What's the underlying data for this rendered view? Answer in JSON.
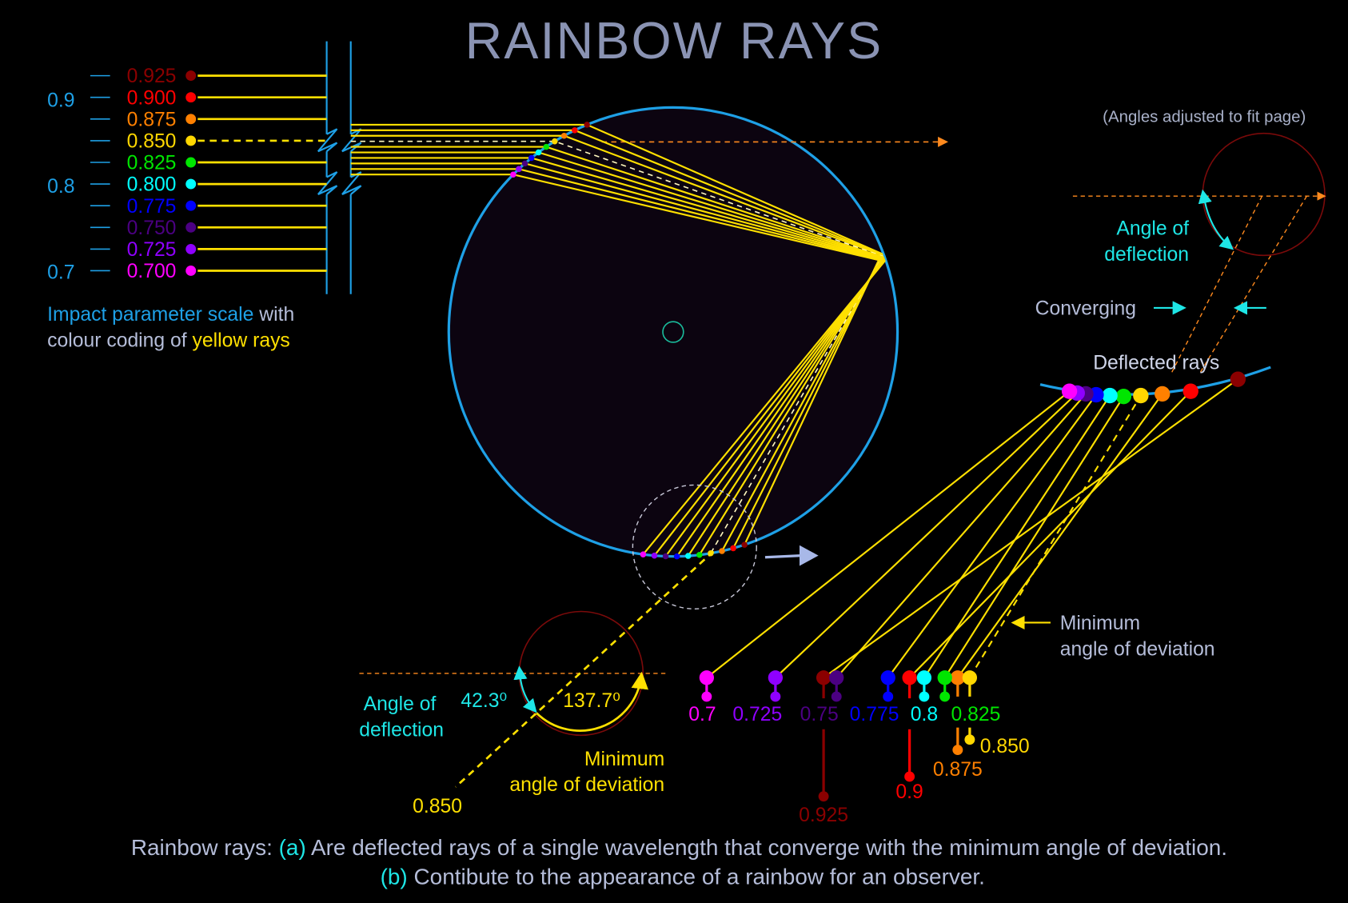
{
  "title": "RAINBOW RAYS",
  "note": "(Angles adjusted to fit page)",
  "scale": {
    "major_labels": [
      "0.9",
      "0.8",
      "0.7"
    ],
    "caption_part1": "Impact parameter scale",
    "caption_part2": " with",
    "caption_part3": "colour coding of ",
    "caption_part4": "yellow rays"
  },
  "rays": [
    {
      "label": "0.925",
      "short": "0.925",
      "color": "#8b0000"
    },
    {
      "label": "0.900",
      "short": "0.9",
      "color": "#ff0000"
    },
    {
      "label": "0.875",
      "short": "0.875",
      "color": "#ff8000"
    },
    {
      "label": "0.850",
      "short": "0.850",
      "color": "#ffd700"
    },
    {
      "label": "0.825",
      "short": "0.825",
      "color": "#00e600"
    },
    {
      "label": "0.800",
      "short": "0.8",
      "color": "#00ffff"
    },
    {
      "label": "0.775",
      "short": "0.775",
      "color": "#0000ff"
    },
    {
      "label": "0.750",
      "short": "0.75",
      "color": "#4b0082"
    },
    {
      "label": "0.725",
      "short": "0.725",
      "color": "#8f00ff"
    },
    {
      "label": "0.700",
      "short": "0.7",
      "color": "#ff00ff"
    }
  ],
  "colors": {
    "droplet": "#1ea0e6",
    "ray": "#ffe000",
    "accent": "#1ee6e6",
    "muted": "#b5bdd9",
    "orange_ref": "#ff8a1e",
    "dark_red": "#7a0a0a"
  },
  "detail_left": {
    "deflection_l1": "Angle of",
    "deflection_l2": "deflection",
    "angle_deflection": "42.3⁰",
    "angle_deviation": "137.7⁰",
    "min_l1": "Minimum",
    "min_l2": "angle of deviation",
    "ray_label": "0.850"
  },
  "detail_right": {
    "deflection_l1": "Angle of",
    "deflection_l2": "deflection",
    "converging": "Converging",
    "deflected_rays": "Deflected rays",
    "min_l1": "Minimum",
    "min_l2": "angle of deviation"
  },
  "caption": {
    "a": "(a)",
    "line1": "Rainbow rays: ",
    "line1_rest": " Are deflected rays of a single wavelength that converge with the minimum angle of deviation.",
    "b": "(b)",
    "line2_rest": " Contibute to the appearance of a rainbow for an observer."
  }
}
